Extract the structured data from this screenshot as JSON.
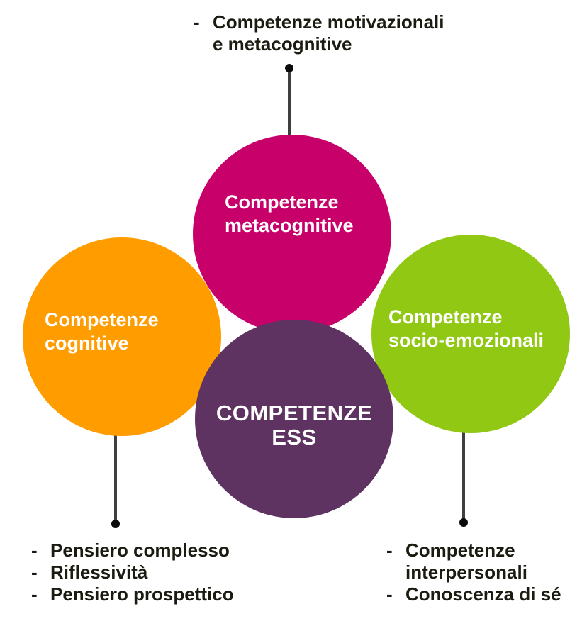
{
  "diagram": {
    "background": "#ffffff",
    "text_color": "#1b1b11",
    "bullet": "-",
    "connector": {
      "line_color": "#3f3f3f",
      "dot_color": "#0a0a0a"
    },
    "circles": {
      "metacognitive": {
        "label": "Competenze\nmetacognitive",
        "color": "#C7006A",
        "text_color": "#ffffff"
      },
      "cognitive": {
        "label": "Competenze\ncognitive",
        "color": "#FF9C00",
        "text_color": "#ffffff"
      },
      "socio_emozionali": {
        "label": "Competenze\nsocio-emozionali",
        "color": "#90C814",
        "text_color": "#ffffff"
      },
      "center": {
        "label": "COMPETENZE\nESS",
        "color": "#5F3361",
        "text_color": "#ffffff"
      }
    },
    "callouts": {
      "top": {
        "items": [
          "Competenze motivazionali e metacognitive"
        ]
      },
      "bottom_left": {
        "items": [
          "Pensiero complesso",
          "Riflessività",
          "Pensiero prospettico"
        ]
      },
      "bottom_right": {
        "items": [
          "Competenze interpersonali",
          "Conoscenza di sé"
        ]
      }
    }
  }
}
